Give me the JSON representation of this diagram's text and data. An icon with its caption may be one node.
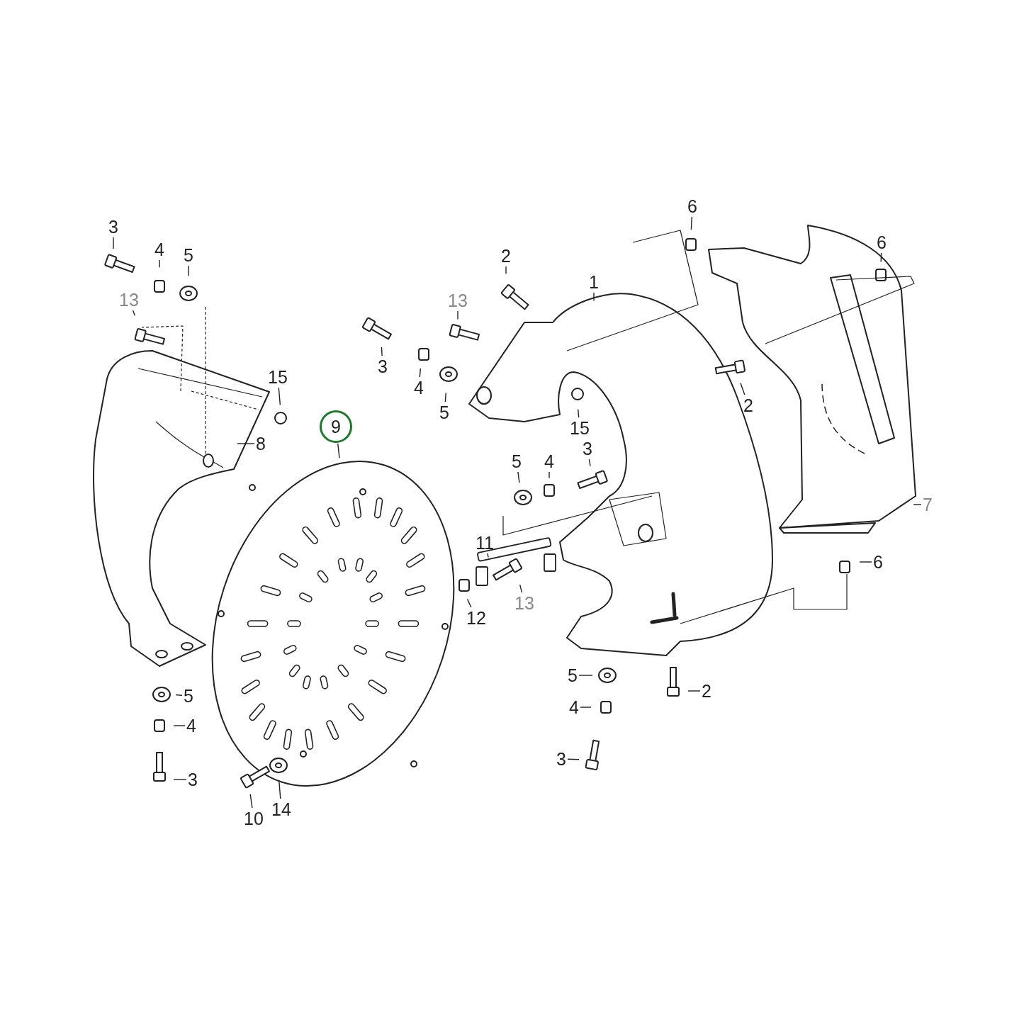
{
  "diagram": {
    "nodes": [
      {
        "text": [
          "6"
        ]
      },
      {
        "text": [
          "3"
        ]
      },
      {
        "text": [
          "6"
        ]
      },
      {
        "text": [
          "4"
        ]
      },
      {
        "text": [
          "5"
        ]
      },
      {
        "text": [
          "2"
        ]
      },
      {
        "text": [
          "1"
        ]
      },
      {
        "text": [
          "13"
        ]
      },
      {
        "text": [
          "13"
        ]
      },
      {
        "text": [
          "3"
        ]
      },
      {
        "text": [
          "15"
        ]
      },
      {
        "text": [
          "4"
        ]
      },
      {
        "text": [
          "2"
        ]
      },
      {
        "text": [
          "5"
        ]
      },
      {
        "text": [
          "15"
        ]
      },
      {
        "text": [
          "9"
        ]
      },
      {
        "text": [
          "8"
        ]
      },
      {
        "text": [
          "3"
        ]
      },
      {
        "text": [
          "5"
        ]
      },
      {
        "text": [
          "4"
        ]
      },
      {
        "text": [
          "7"
        ]
      },
      {
        "text": [
          "11"
        ]
      },
      {
        "text": [
          "6"
        ]
      },
      {
        "text": [
          "13"
        ]
      },
      {
        "text": [
          "12"
        ]
      },
      {
        "text": [
          "5"
        ]
      },
      {
        "text": [
          "2"
        ]
      },
      {
        "text": [
          "5"
        ]
      },
      {
        "text": [
          "4"
        ]
      },
      {
        "text": [
          "4"
        ]
      },
      {
        "text": [
          "3"
        ]
      },
      {
        "text": [
          "3"
        ]
      },
      {
        "text": [
          "14"
        ]
      },
      {
        "text": [
          "10"
        ]
      }
    ],
    "edges": [
      {
        "from": 0,
        "to": null,
        "arrow": "none"
      },
      {
        "from": 1,
        "to": null,
        "arrow": "none"
      },
      {
        "from": 2,
        "to": null,
        "arrow": "none"
      },
      {
        "from": 3,
        "to": null,
        "arrow": "none"
      },
      {
        "from": 4,
        "to": null,
        "arrow": "none"
      },
      {
        "from": 5,
        "to": null,
        "arrow": "none"
      },
      {
        "from": 6,
        "to": null,
        "arrow": "none"
      },
      {
        "from": 7,
        "to": null,
        "arrow": "none"
      },
      {
        "from": 8,
        "to": null,
        "arrow": "none"
      },
      {
        "from": 9,
        "to": null,
        "arrow": "none"
      },
      {
        "from": 10,
        "to": null,
        "arrow": "none"
      },
      {
        "from": 11,
        "to": null,
        "arrow": "none"
      },
      {
        "from": 12,
        "to": null,
        "arrow": "none"
      },
      {
        "from": 13,
        "to": null,
        "arrow": "none"
      },
      {
        "from": 14,
        "to": null,
        "arrow": "none"
      },
      {
        "from": 15,
        "to": null,
        "arrow": "none"
      },
      {
        "from": 16,
        "to": null,
        "arrow": "none"
      },
      {
        "from": 17,
        "to": null,
        "arrow": "none"
      },
      {
        "from": 18,
        "to": null,
        "arrow": "none"
      },
      {
        "from": 19,
        "to": null,
        "arrow": "none"
      },
      {
        "from": 20,
        "to": null,
        "arrow": "none"
      },
      {
        "from": 21,
        "to": null,
        "arrow": "none"
      },
      {
        "from": 22,
        "to": null,
        "arrow": "none"
      },
      {
        "from": 23,
        "to": null,
        "arrow": "none"
      },
      {
        "from": 24,
        "to": null,
        "arrow": "none"
      },
      {
        "from": 25,
        "to": null,
        "arrow": "none"
      },
      {
        "from": 26,
        "to": null,
        "arrow": "none"
      },
      {
        "from": 27,
        "to": null,
        "arrow": "none"
      },
      {
        "from": 28,
        "to": null,
        "arrow": "none"
      },
      {
        "from": 29,
        "to": null,
        "arrow": "none"
      },
      {
        "from": 30,
        "to": null,
        "arrow": "none"
      },
      {
        "from": 31,
        "to": null,
        "arrow": "none"
      },
      {
        "from": 32,
        "to": null,
        "arrow": "none"
      },
      {
        "from": 33,
        "to": null,
        "arrow": "none"
      }
    ]
  }
}
